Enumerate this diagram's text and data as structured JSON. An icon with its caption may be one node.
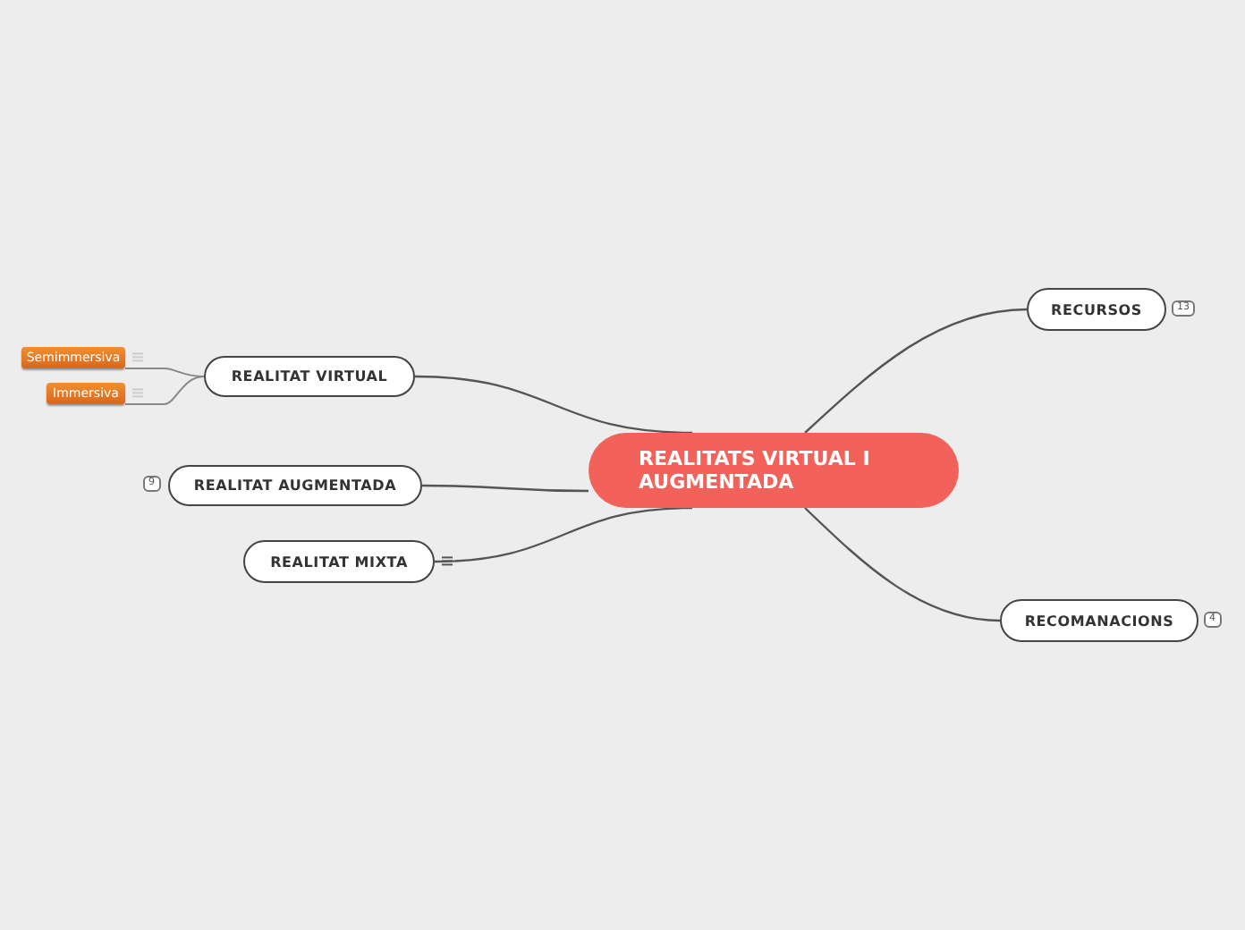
{
  "diagram": {
    "nodes": [
      {
        "text": [
          "REALITATS VIRTUAL I AUGMENTADA"
        ]
      },
      {
        "text": [
          "RECURSOS"
        ],
        "beside": [
          "13"
        ]
      },
      {
        "text": [
          "REALITAT VIRTUAL"
        ]
      },
      {
        "text": [
          "Semimmersiva"
        ]
      },
      {
        "text": [
          "Immersiva"
        ]
      },
      {
        "text": [
          "REALITAT AUGMENTADA"
        ],
        "beside": [
          "9"
        ]
      },
      {
        "text": [
          "REALITAT MIXTA"
        ]
      },
      {
        "text": [
          "RECOMANACIONS"
        ],
        "beside": [
          "4"
        ]
      }
    ],
    "edges": [
      {
        "from": 0,
        "to": 1,
        "arrow": "none"
      },
      {
        "from": 0,
        "to": 2,
        "arrow": "none"
      },
      {
        "from": 2,
        "to": 3,
        "arrow": "none"
      },
      {
        "from": 2,
        "to": 4,
        "arrow": "none"
      },
      {
        "from": 0,
        "to": 5,
        "arrow": "none"
      },
      {
        "from": 0,
        "to": 6,
        "arrow": "none"
      },
      {
        "from": 0,
        "to": 7,
        "arrow": "none"
      }
    ]
  }
}
